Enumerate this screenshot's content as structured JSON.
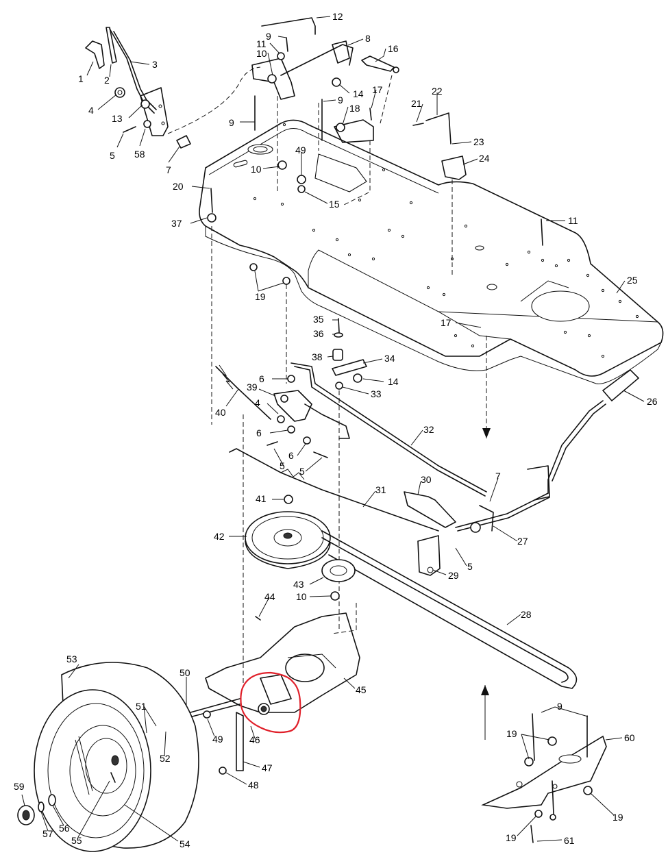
{
  "callouts": [
    {
      "n": "1"
    },
    {
      "n": "2"
    },
    {
      "n": "3"
    },
    {
      "n": "4"
    },
    {
      "n": "13"
    },
    {
      "n": "5"
    },
    {
      "n": "58"
    },
    {
      "n": "7"
    },
    {
      "n": "12"
    },
    {
      "n": "8"
    },
    {
      "n": "9"
    },
    {
      "n": "11"
    },
    {
      "n": "10"
    },
    {
      "n": "16"
    },
    {
      "n": "14"
    },
    {
      "n": "17"
    },
    {
      "n": "9"
    },
    {
      "n": "18"
    },
    {
      "n": "9"
    },
    {
      "n": "10"
    },
    {
      "n": "49"
    },
    {
      "n": "15"
    },
    {
      "n": "21"
    },
    {
      "n": "22"
    },
    {
      "n": "23"
    },
    {
      "n": "24"
    },
    {
      "n": "20"
    },
    {
      "n": "37"
    },
    {
      "n": "11"
    },
    {
      "n": "25"
    },
    {
      "n": "19"
    },
    {
      "n": "35"
    },
    {
      "n": "36"
    },
    {
      "n": "17"
    },
    {
      "n": "38"
    },
    {
      "n": "34"
    },
    {
      "n": "14"
    },
    {
      "n": "6"
    },
    {
      "n": "33"
    },
    {
      "n": "39"
    },
    {
      "n": "4"
    },
    {
      "n": "26"
    },
    {
      "n": "40"
    },
    {
      "n": "6"
    },
    {
      "n": "32"
    },
    {
      "n": "6"
    },
    {
      "n": "5"
    },
    {
      "n": "5"
    },
    {
      "n": "30"
    },
    {
      "n": "7"
    },
    {
      "n": "41"
    },
    {
      "n": "31"
    },
    {
      "n": "42"
    },
    {
      "n": "27"
    },
    {
      "n": "5"
    },
    {
      "n": "29"
    },
    {
      "n": "43"
    },
    {
      "n": "10"
    },
    {
      "n": "44"
    },
    {
      "n": "28"
    },
    {
      "n": "53"
    },
    {
      "n": "50"
    },
    {
      "n": "45"
    },
    {
      "n": "51"
    },
    {
      "n": "49"
    },
    {
      "n": "52"
    },
    {
      "n": "46"
    },
    {
      "n": "47"
    },
    {
      "n": "48"
    },
    {
      "n": "9"
    },
    {
      "n": "60"
    },
    {
      "n": "19"
    },
    {
      "n": "59"
    },
    {
      "n": "57"
    },
    {
      "n": "56"
    },
    {
      "n": "55"
    },
    {
      "n": "54"
    },
    {
      "n": "19"
    },
    {
      "n": "19"
    },
    {
      "n": "61"
    }
  ]
}
